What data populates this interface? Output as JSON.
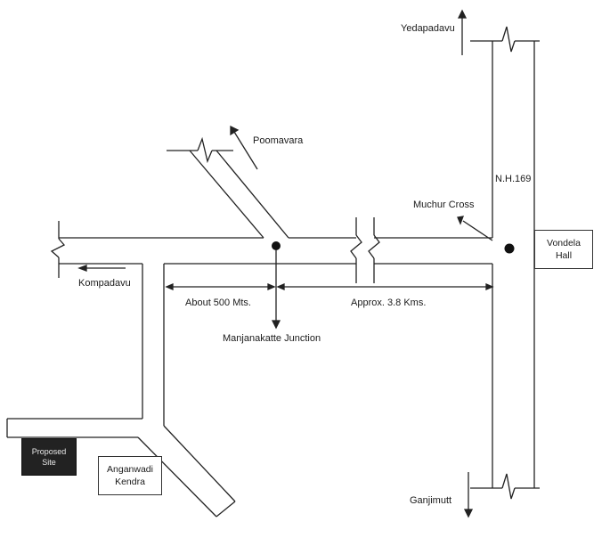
{
  "places": {
    "yedapadavu": "Yedapadavu",
    "poomavara": "Poomavara",
    "nh169": "N.H.169",
    "muchur_cross": "Muchur Cross",
    "kompadavu": "Kompadavu",
    "manjanakatte_junction": "Manjanakatte Junction",
    "ganjimutt": "Ganjimutt"
  },
  "distances": {
    "about_500": "About 500 Mts.",
    "approx_3_8": "Approx. 3.8 Kms."
  },
  "boxes": {
    "vondela_line1": "Vondela",
    "vondela_line2": "Hall",
    "proposed_line1": "Proposed",
    "proposed_line2": "Site",
    "anganwadi_line1": "Anganwadi",
    "anganwadi_line2": "Kendra"
  }
}
